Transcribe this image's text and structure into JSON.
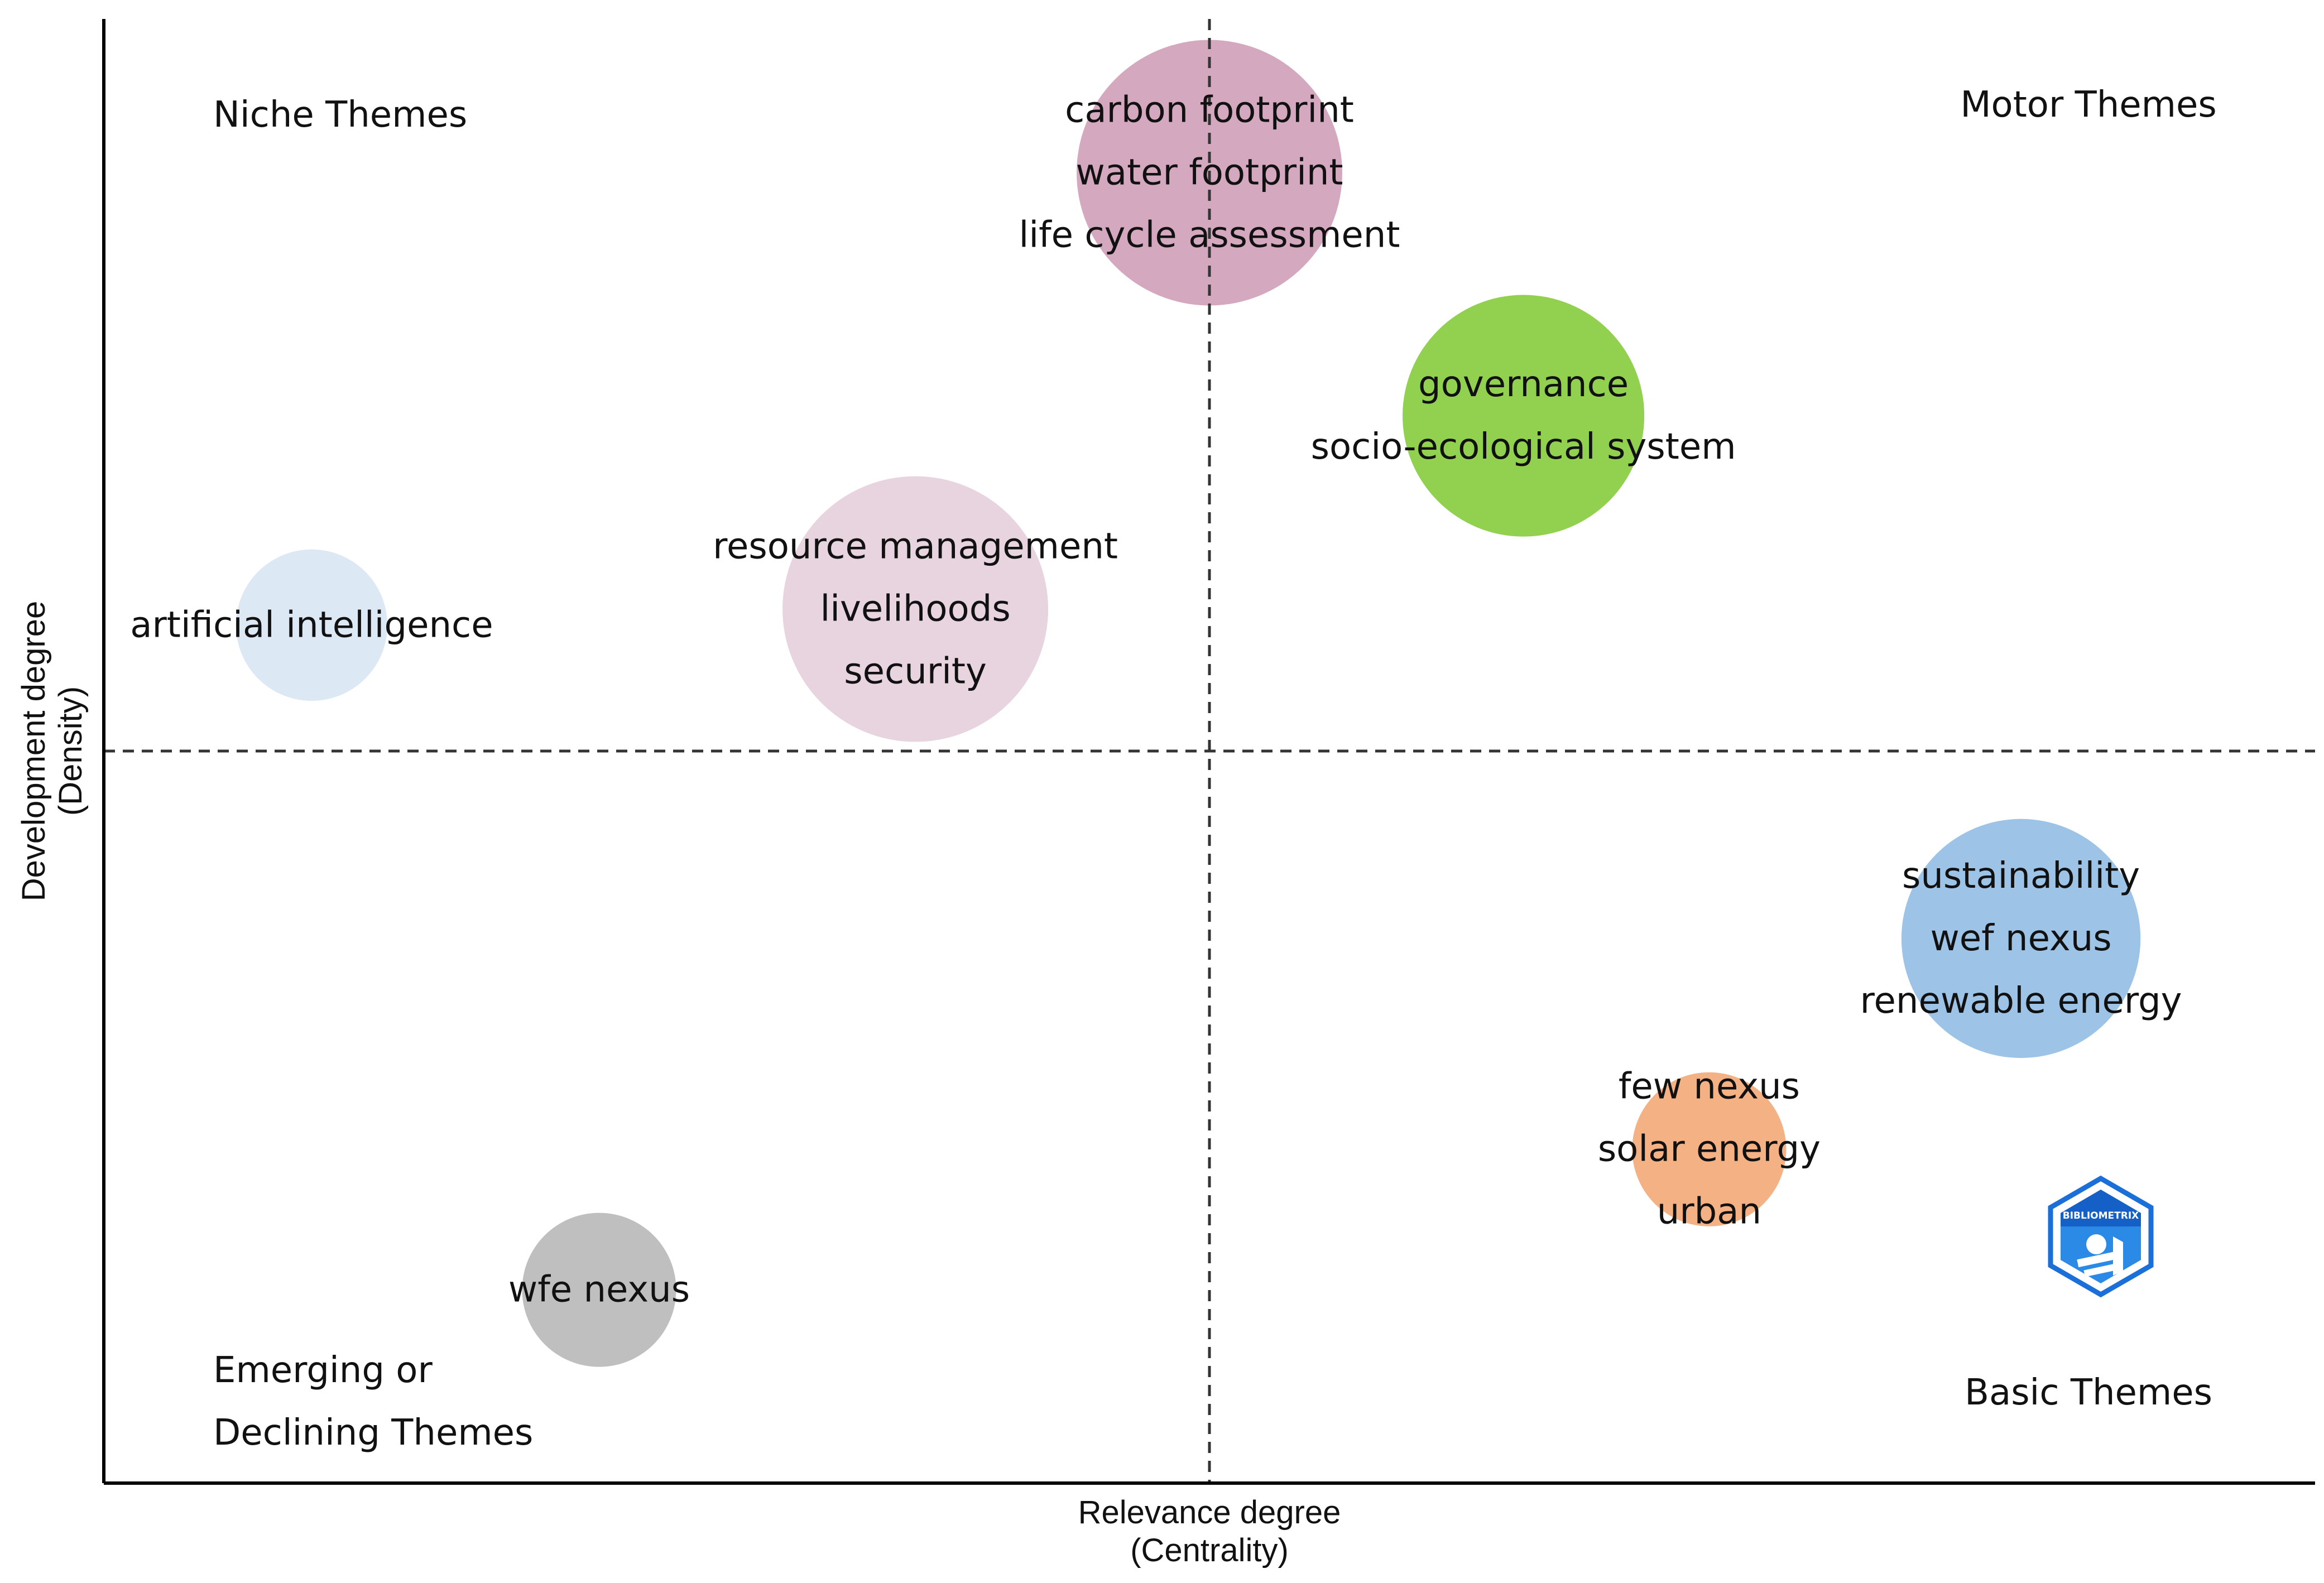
{
  "chart_data": {
    "type": "scatter",
    "subtype": "thematic-map-bubble",
    "title": "",
    "xlabel": [
      "Relevance degree",
      "(Centrality)"
    ],
    "ylabel": [
      "Development degree",
      "(Density)"
    ],
    "xlim": [
      0,
      1
    ],
    "ylim": [
      0,
      1
    ],
    "grid": false,
    "axes": {
      "x_divider": 0.5,
      "y_divider": 0.5,
      "divider_style": "dashed"
    },
    "quadrants": [
      {
        "position": "top-left",
        "lines": [
          "Niche Themes"
        ]
      },
      {
        "position": "top-right",
        "lines": [
          "Motor Themes"
        ]
      },
      {
        "position": "bottom-left",
        "lines": [
          "Emerging or",
          "Declining Themes"
        ]
      },
      {
        "position": "bottom-right",
        "lines": [
          "Basic Themes"
        ]
      }
    ],
    "clusters": [
      {
        "terms": [
          "carbon footprint",
          "water footprint",
          "life cycle assessment"
        ],
        "x": 0.5,
        "y": 0.895,
        "size": 1.0,
        "color": "#d4a9c0"
      },
      {
        "terms": [
          "governance",
          "socio-ecological system"
        ],
        "x": 0.642,
        "y": 0.729,
        "size": 0.91,
        "color": "#92d050"
      },
      {
        "terms": [
          "resource management",
          "livelihoods",
          "security"
        ],
        "x": 0.367,
        "y": 0.597,
        "size": 1.0,
        "color": "#e7d4df"
      },
      {
        "terms": [
          "artificial intelligence"
        ],
        "x": 0.094,
        "y": 0.586,
        "size": 0.57,
        "color": "#dde8f5"
      },
      {
        "terms": [
          "sustainability",
          "wef nexus",
          "renewable energy"
        ],
        "x": 0.867,
        "y": 0.372,
        "size": 0.9,
        "color": "#9dc3e6"
      },
      {
        "terms": [
          "few nexus",
          "solar energy",
          "urban"
        ],
        "x": 0.726,
        "y": 0.228,
        "size": 0.58,
        "color": "#f4b183"
      },
      {
        "terms": [
          "wfe nexus"
        ],
        "x": 0.224,
        "y": 0.132,
        "size": 0.58,
        "color": "#bfbfbf"
      }
    ],
    "watermark": {
      "text": "BIBLIOMETRIX",
      "position": "bottom-right"
    }
  }
}
